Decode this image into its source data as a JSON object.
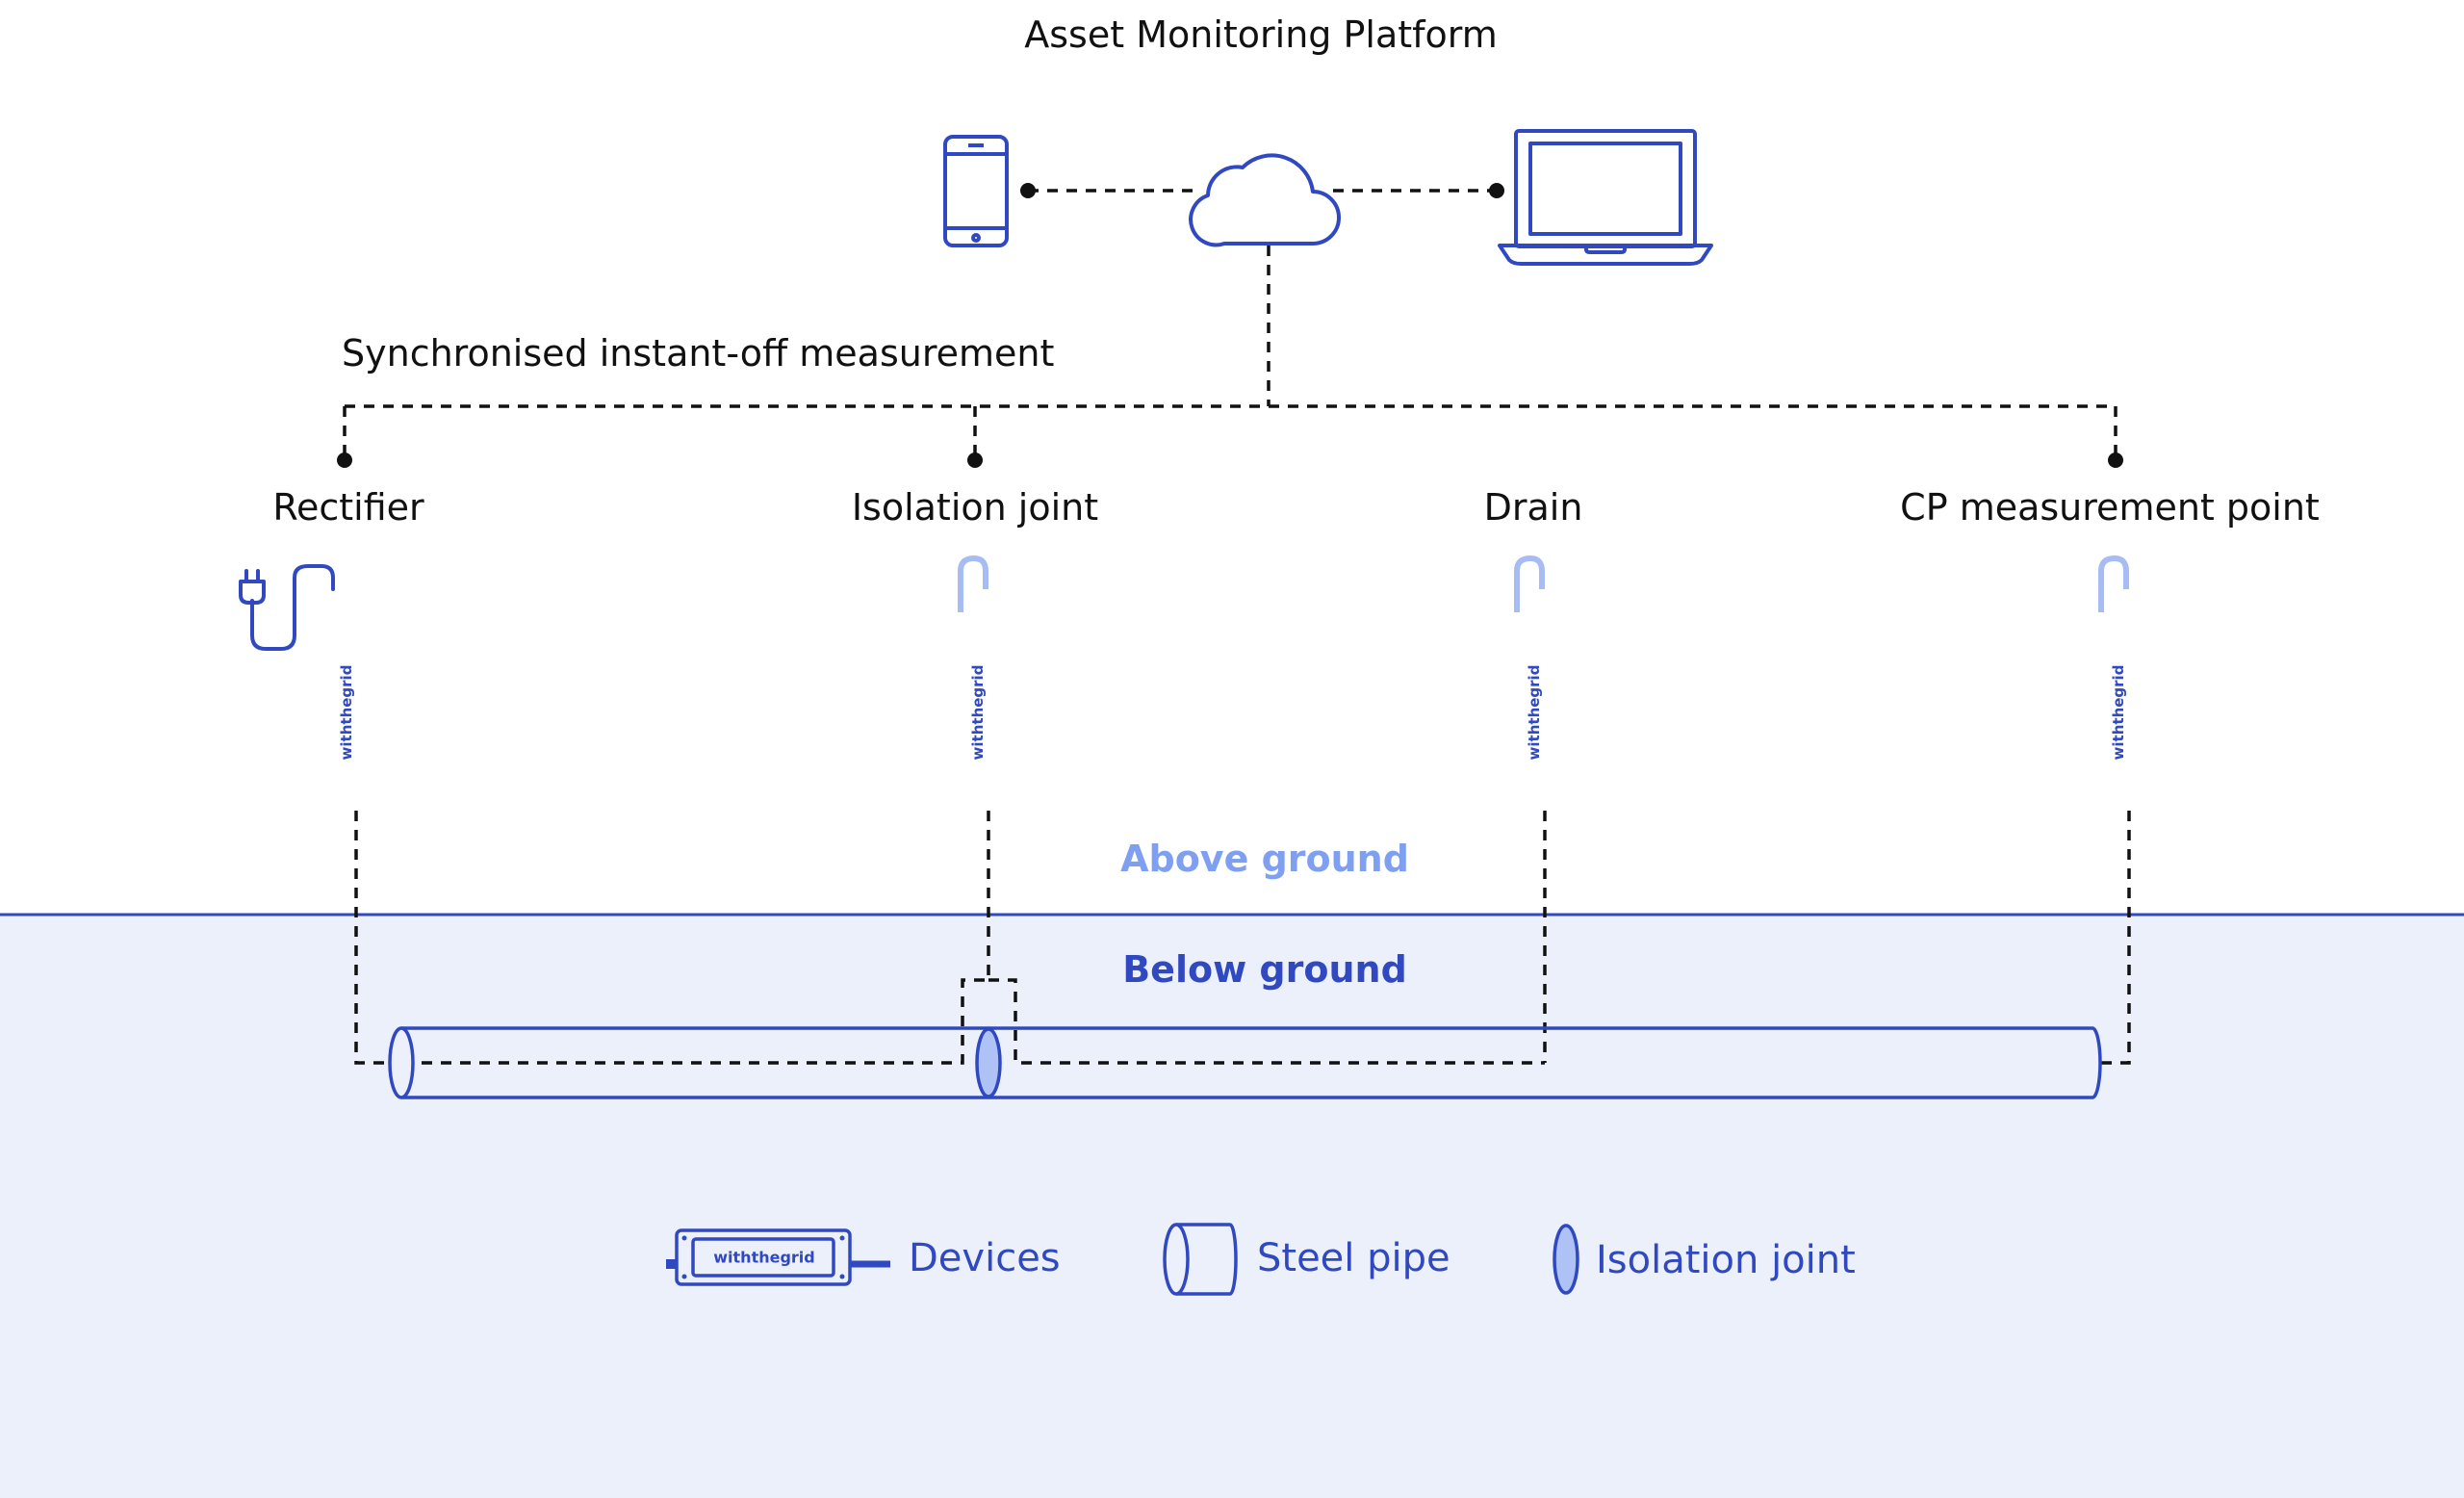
{
  "platform": {
    "title": "Asset Monitoring Platform",
    "icons": [
      "smartphone-icon",
      "cloud-icon",
      "laptop-icon"
    ]
  },
  "sync_label": "Synchronised instant-off measurement",
  "sites": [
    {
      "label": "Rectifier",
      "connector": "power-plug-icon"
    },
    {
      "label": "Isolation joint",
      "connector": "clamp-icon"
    },
    {
      "label": "Drain",
      "connector": "clamp-icon"
    },
    {
      "label": "CP measurement point",
      "connector": "clamp-icon"
    }
  ],
  "device_brand": "withthegrid",
  "zones": {
    "above": "Above ground",
    "below": "Below ground"
  },
  "legend": {
    "devices": "Devices",
    "steel_pipe": "Steel pipe",
    "isolation_joint": "Isolation joint"
  },
  "colors": {
    "accent": "#3048c0",
    "light_accent": "#7f9ff0",
    "underground_fill": "#ebf0fa",
    "joint_fill": "#aec2f5",
    "dashed_line": "#111111"
  }
}
